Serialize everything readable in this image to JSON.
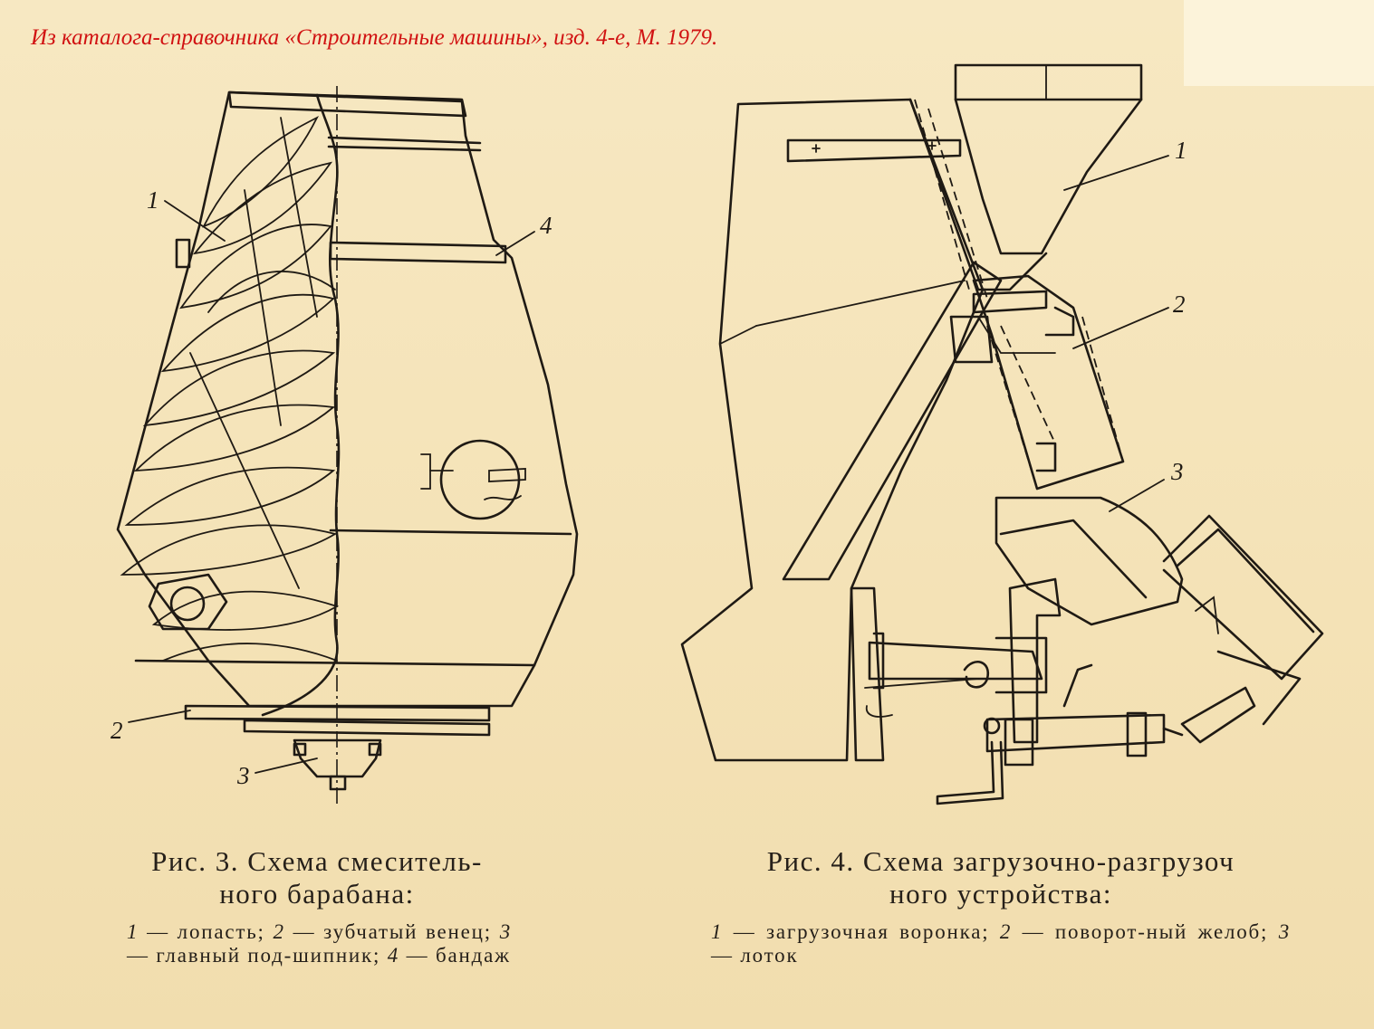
{
  "source_caption": "Из каталога-справочника «Строительные машины», изд. 4-е, М. 1979.",
  "colors": {
    "source_caption": "#d11212",
    "ink": "#1f1a14",
    "paper": "#f6e6bf"
  },
  "figure3": {
    "labels": {
      "1": "1",
      "2": "2",
      "3": "3",
      "4": "4"
    },
    "caption_title_line1": "Рис. 3. Схема смеситель-",
    "caption_title_line2": "ного барабана:",
    "legend": {
      "n1": "1",
      "t1": " — лопасть; ",
      "n2": "2",
      "t2": " — зубчатый венец; ",
      "n3": "3",
      "t3": " — главный под-шипник; ",
      "n4": "4",
      "t4": " — бандаж"
    }
  },
  "figure4": {
    "labels": {
      "1": "1",
      "2": "2",
      "3": "3"
    },
    "caption_title_line1": "Рис. 4. Схема загрузочно-разгрузоч",
    "caption_title_line2": "ного устройства:",
    "legend": {
      "n1": "1",
      "t1": " — загрузочная воронка; ",
      "n2": "2",
      "t2": " — поворот-ный желоб; ",
      "n3": "3",
      "t3": " — лоток"
    }
  }
}
